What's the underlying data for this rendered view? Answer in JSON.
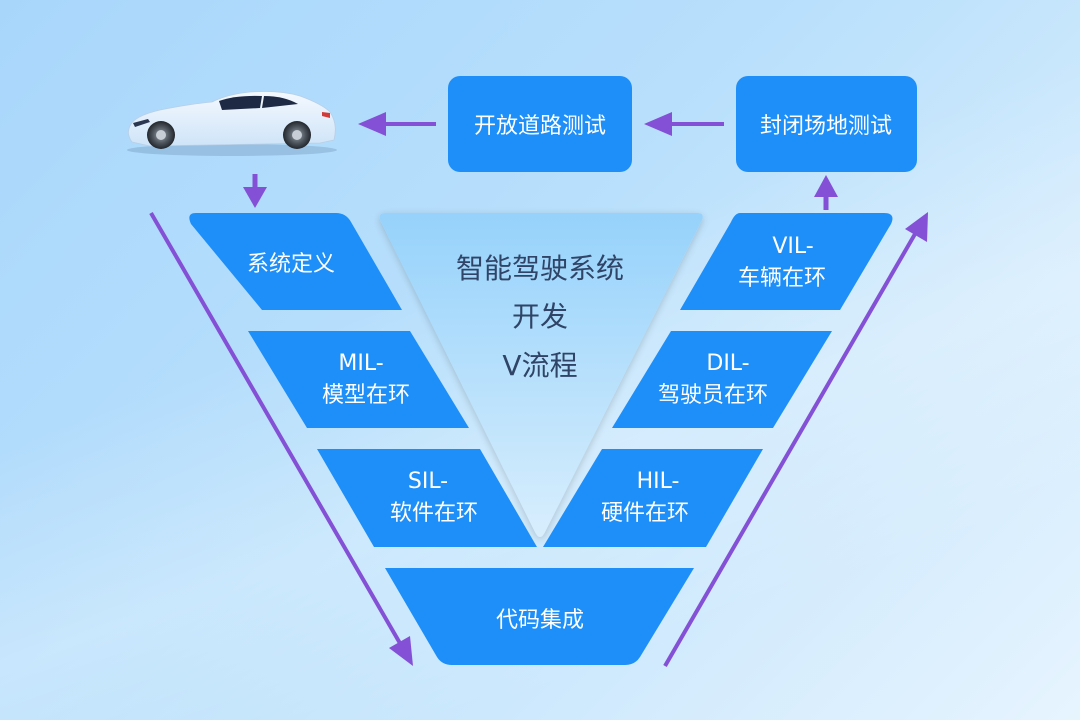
{
  "title": {
    "line1": "智能驾驶系统",
    "line2": "开发",
    "line3": "V流程"
  },
  "top_boxes": {
    "open_road": "开放道路测试",
    "closed_site": "封闭场地测试"
  },
  "left_branch": [
    {
      "line1": "系统定义",
      "line2": ""
    },
    {
      "line1": "MIL-",
      "line2": "模型在环"
    },
    {
      "line1": "SIL-",
      "line2": "软件在环"
    }
  ],
  "right_branch": [
    {
      "line1": "VIL-",
      "line2": "车辆在环"
    },
    {
      "line1": "DIL-",
      "line2": "驾驶员在环"
    },
    {
      "line1": "HIL-",
      "line2": "硬件在环"
    }
  ],
  "bottom": {
    "label": "代码集成"
  },
  "icons": {
    "car": "car-image",
    "arrows": "arrow-icon"
  },
  "colors": {
    "box_fill": "#1e8ff8",
    "arrow": "#8350d6",
    "title_text": "#2f4466",
    "box_text": "#ffffff"
  }
}
